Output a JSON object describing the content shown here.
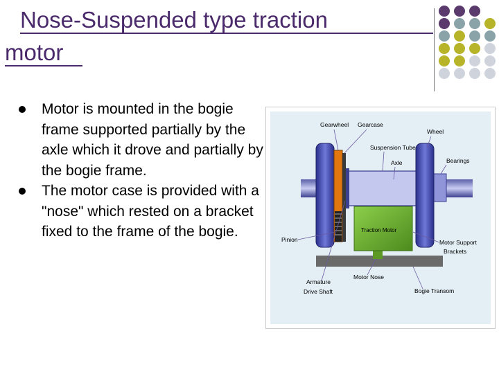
{
  "slide": {
    "title_line1": "Nose-Suspended type traction",
    "title_line2": "motor",
    "bullets": [
      "Motor is mounted in the bogie frame supported partially by the axle which it drove and partially by the bogie frame.",
      "The motor case is provided with a \"nose\" which rested on a bracket fixed to the frame of the bogie."
    ]
  },
  "figure": {
    "labels": {
      "gearwheel": "Gearwheel",
      "gearcase": "Gearcase",
      "wheel": "Wheel",
      "suspension_tube": "Suspension Tube",
      "axle": "Axle",
      "bearings": "Bearings",
      "traction_motor": "Traction Motor",
      "pinion": "Pinion",
      "motor_support_1": "Motor Support",
      "motor_support_2": "Brackets",
      "armature_1": "Armature",
      "armature_2": "Drive Shaft",
      "motor_nose": "Motor Nose",
      "bogie_transom": "Bogie Transom"
    }
  },
  "colors": {
    "title": "#4a2a6a",
    "dot_purple": "#5b3a6e",
    "dot_gray": "#8aa3a8",
    "dot_olive": "#b7b42a",
    "dot_light": "#cfd3dc"
  }
}
